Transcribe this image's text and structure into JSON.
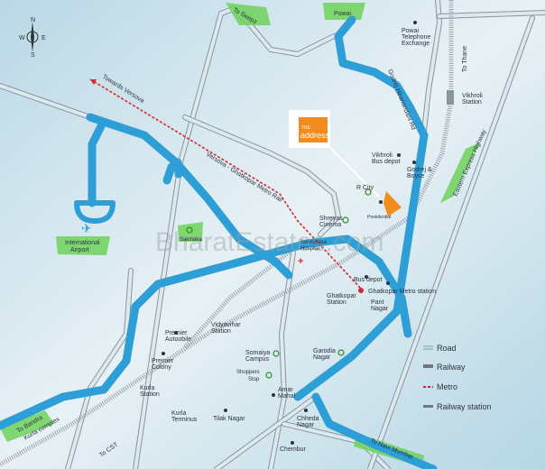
{
  "compass": {
    "n": "N",
    "s": "S",
    "e": "E",
    "w": "W"
  },
  "watermark": "BharatEstates.com",
  "logo": {
    "line1": "THE",
    "line2": "address"
  },
  "labels": {
    "to_seepz": "To Seepz",
    "powai": "Powai",
    "powai_exchange": [
      "Powai",
      "Telephone",
      "Exchange"
    ],
    "godrej_rd": "Godrej Hiranandani Rd",
    "to_thane": "To Thane",
    "vikhroli_station": [
      "Vikhroli",
      "Station"
    ],
    "eastern_express": "Eastern Express Highway",
    "vikhroli_bus": [
      "Vikhroli",
      "Bus depot"
    ],
    "godrej_boyce": [
      "Godrej &",
      "Boyce"
    ],
    "r_city": "R City",
    "presidential": "Presidential",
    "shreyas": [
      "Shreyas",
      "Cinema"
    ],
    "sarvodaya": [
      "Sarvodaya",
      "Hospital"
    ],
    "towards_versova": "Towards Versova",
    "metro_rail": "Versova - Ghatkopar Metro Rail",
    "airport": [
      "International",
      "Airport"
    ],
    "sakinaka": "Sakinaka",
    "bus_depot": "Bus depot",
    "ghatkopar_metro": "Ghatkopar Metro station",
    "ghatkopar_station": [
      "Ghatkopar",
      "Station"
    ],
    "pant_nagar": [
      "Pant",
      "Nagar"
    ],
    "premier_auto": [
      "Premier",
      "Autoobile"
    ],
    "vidyavihar": [
      "Vidyavihar",
      "Station"
    ],
    "premier_colony": [
      "Premier",
      "Colony"
    ],
    "somaiya": [
      "Somaiya",
      "Campus"
    ],
    "garodia": [
      "Garodia",
      "Nagar"
    ],
    "shoppers": [
      "Shoppers",
      "Stop"
    ],
    "kurla_station": [
      "Kurla",
      "Station"
    ],
    "amar_mahal": [
      "Amar",
      "Mahal"
    ],
    "kurla_terminus": [
      "Kurla",
      "Terminus"
    ],
    "tilak_nagar": "Tilak Nagar",
    "chheda": [
      "Chheda",
      "Nagar"
    ],
    "chembur": "Chembur",
    "to_bandra": [
      "To Bandra",
      "Kurla complex"
    ],
    "to_cst": "To CST",
    "to_navi_mumbai": "To Navi Mumbai"
  },
  "legend": [
    {
      "label": "Road",
      "icon": "road-icon"
    },
    {
      "label": "Railway",
      "icon": "railway-icon"
    },
    {
      "label": "Metro",
      "icon": "metro-icon",
      "color": "#d8262b"
    },
    {
      "label": "Railway station",
      "icon": "railway-station-icon"
    }
  ],
  "colors": {
    "expressway": "#2e9fd6",
    "metro": "#d8262b",
    "landmark": "#6fd25a",
    "project": "#f28c1e"
  }
}
